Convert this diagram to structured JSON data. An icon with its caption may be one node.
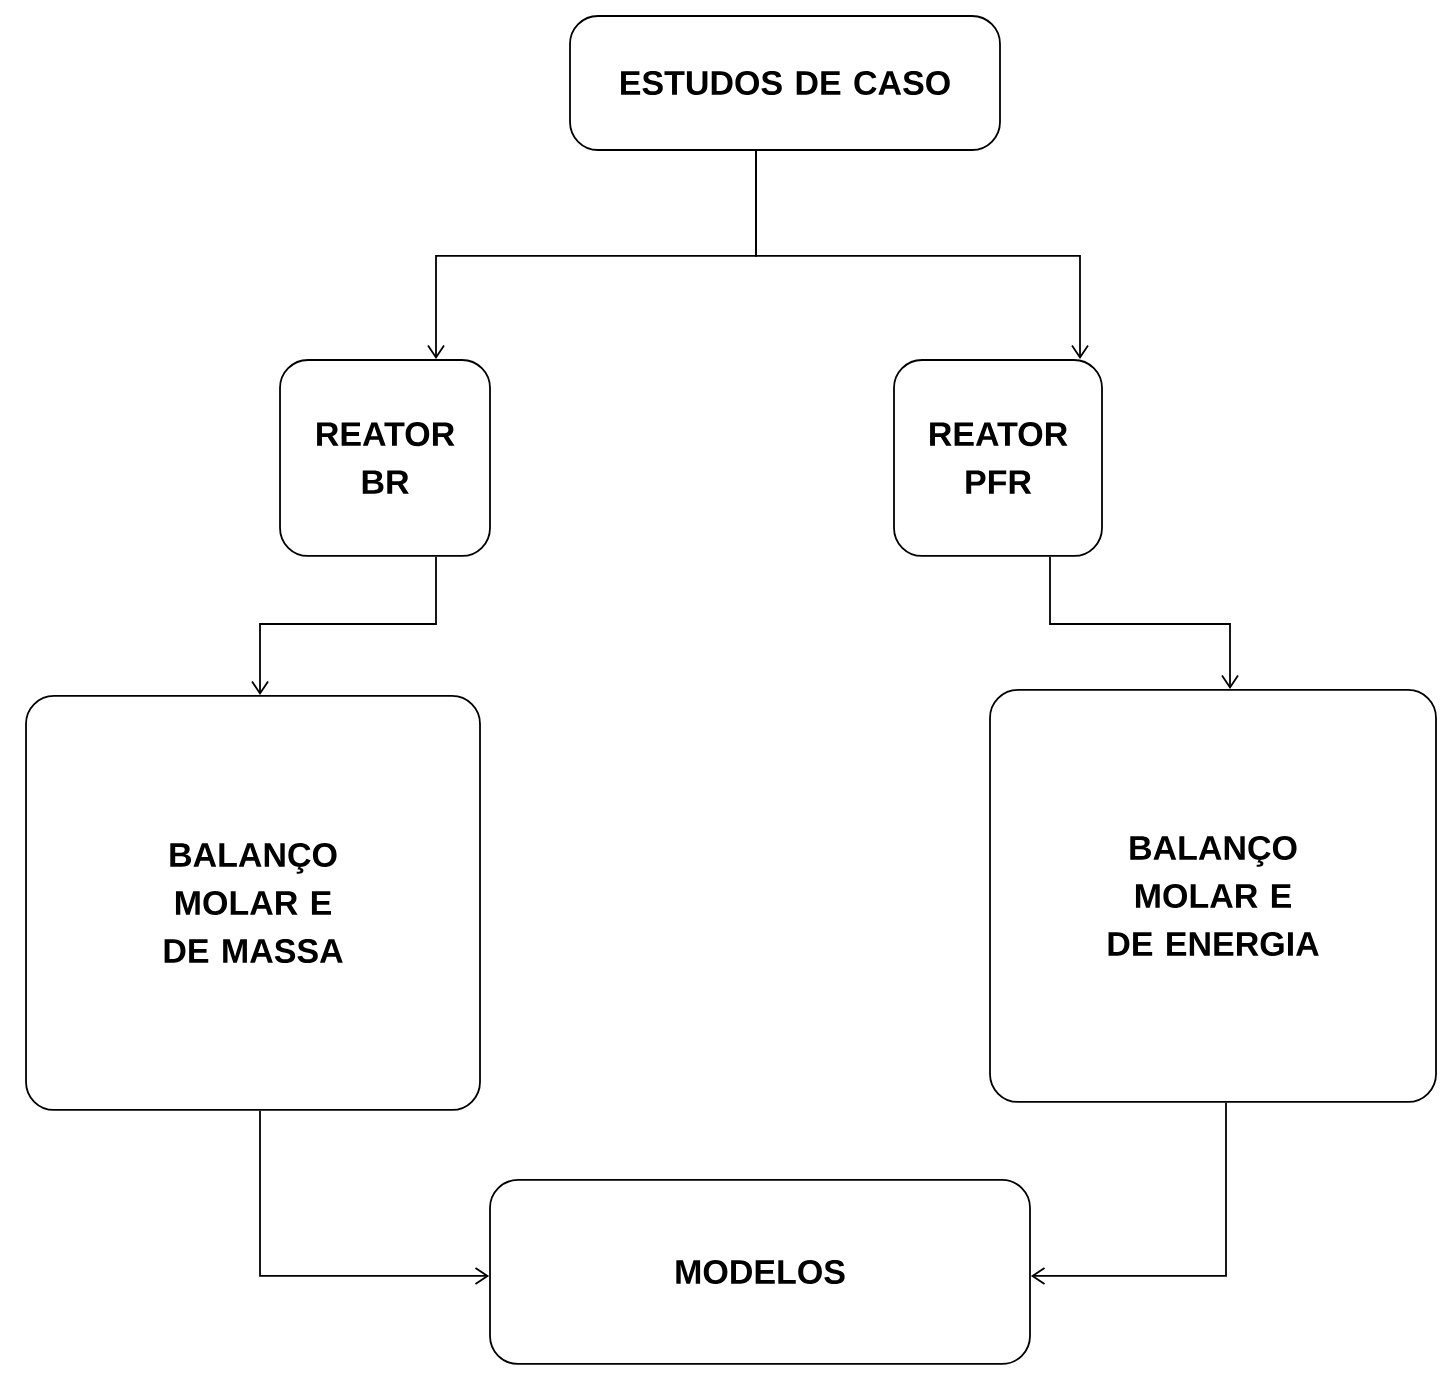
{
  "diagram": {
    "nodes": [
      {
        "text": [
          "ESTUDOS DE CASO"
        ]
      },
      {
        "text": [
          "REATOR BR"
        ]
      },
      {
        "text": [
          "REATOR PFR"
        ]
      },
      {
        "text": [
          "BALANÇO MOLAR E DE MASSA"
        ]
      },
      {
        "text": [
          "BALANÇO MOLAR E DE ENERGIA"
        ]
      },
      {
        "text": [
          "MODELOS"
        ]
      }
    ],
    "edges": [
      {
        "from": 0,
        "to": 1,
        "arrow": "to"
      },
      {
        "from": 0,
        "to": 2,
        "arrow": "to"
      },
      {
        "from": 1,
        "to": 3,
        "arrow": "to"
      },
      {
        "from": 2,
        "to": 4,
        "arrow": "to"
      },
      {
        "from": 3,
        "to": 5,
        "arrow": "to"
      },
      {
        "from": 4,
        "to": 5,
        "arrow": "to"
      }
    ]
  }
}
